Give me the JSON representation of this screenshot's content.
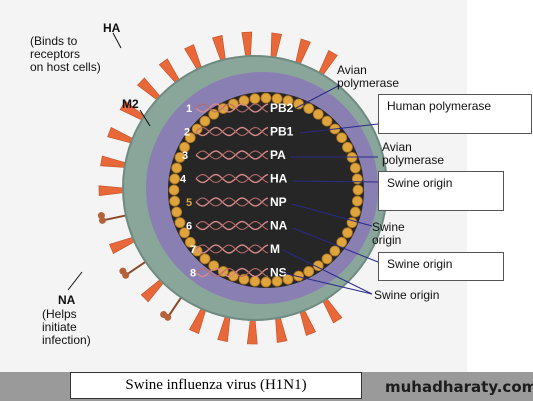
{
  "labels": {
    "ha_title": "HA",
    "ha_desc_1": "(Binds to",
    "ha_desc_2": "receptors",
    "ha_desc_3": "on host cells)",
    "m2": "M2",
    "na_title": "NA",
    "na_desc_1": "(Helps",
    "na_desc_2": "initiate",
    "na_desc_3": "infection)",
    "avian_1_line1": "Avian",
    "avian_1_line2": "polymerase",
    "avian_2_line1": "Avian",
    "avian_2_line2": "polymerase",
    "swine_1_line1": "Swine",
    "swine_1_line2": "origin",
    "swine_bottom": "Swine origin"
  },
  "segments": [
    {
      "number": "1",
      "name": "PB2"
    },
    {
      "number": "2",
      "name": "PB1"
    },
    {
      "number": "3",
      "name": "PA"
    },
    {
      "number": "4",
      "name": "HA"
    },
    {
      "number": "5",
      "name": "NP"
    },
    {
      "number": "6",
      "name": "NA"
    },
    {
      "number": "7",
      "name": "M"
    },
    {
      "number": "8",
      "name": "NS"
    }
  ],
  "boxes": {
    "human_polymerase": "Human polymerase",
    "swine_origin_1": "Swine origin",
    "swine_origin_2": "Swine origin"
  },
  "caption": "Swine influenza virus (H1N1)",
  "watermark": "muhadharaty.com",
  "colors": {
    "envelope": "#8aa59a",
    "inner_ring": "#8a7fb3",
    "core": "#262626",
    "beads": "#e0a43c",
    "spike": "#e8683a",
    "rna": "#d98a8a",
    "background_panel": "#f2f2f2"
  }
}
